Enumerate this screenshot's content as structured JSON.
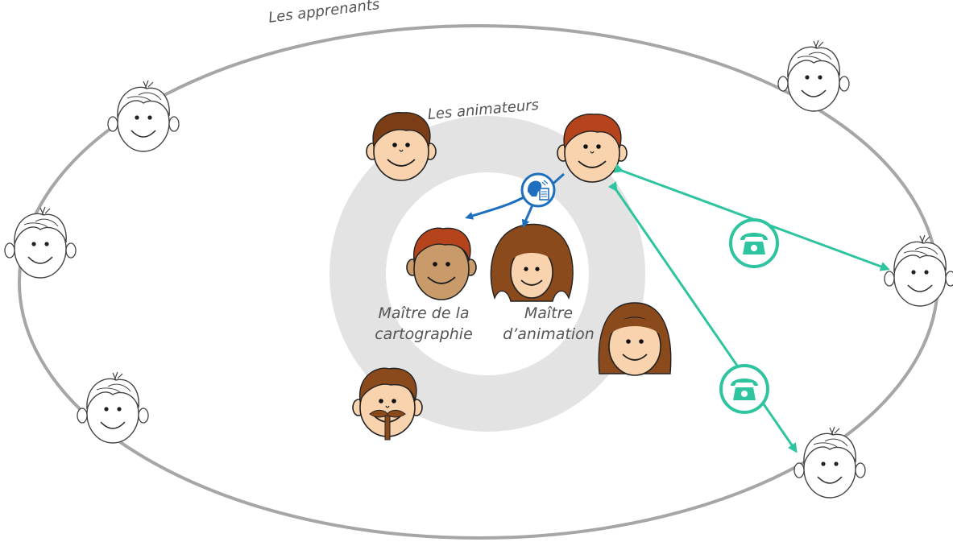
{
  "labels": {
    "learners": "Les apprenants",
    "facilitators": "Les animateurs",
    "map_master_line1": "Maître de la",
    "map_master_line2": "cartographie",
    "anim_master_line1": "Maître",
    "anim_master_line2": "d’animation"
  },
  "icons": {
    "speech_doc": "speech-document-icon",
    "phone": "telephone-icon"
  },
  "colors": {
    "orbit": "#a6a6a6",
    "ring": "#e3e3e3",
    "blue_arrow": "#1f6fbf",
    "green_arrow": "#2ec4a0",
    "skin": "#f9d3ad",
    "skin_dark": "#c99b6b",
    "hair_red": "#b5431c",
    "hair_brown": "#7a3d16"
  }
}
